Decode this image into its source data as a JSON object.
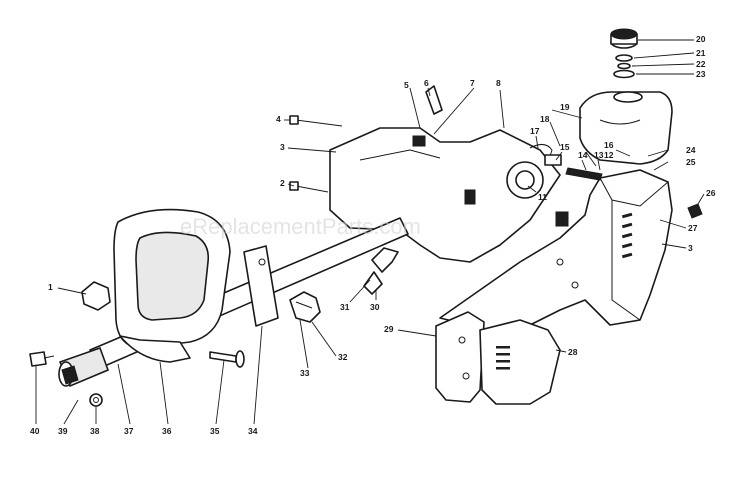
{
  "watermark": "eReplacementParts.com",
  "callouts": {
    "c1": "1",
    "c2": "2",
    "c3a": "3",
    "c3b": "3",
    "c4": "4",
    "c5": "5",
    "c6": "6",
    "c7": "7",
    "c8": "8",
    "c11": "11",
    "c12": "12",
    "c13": "13",
    "c14": "14",
    "c15": "15",
    "c16": "16",
    "c17": "17",
    "c18": "18",
    "c19": "19",
    "c20": "20",
    "c21": "21",
    "c22": "22",
    "c23": "23",
    "c24": "24",
    "c25": "25",
    "c26": "26",
    "c27": "27",
    "c28": "28",
    "c29": "29",
    "c30": "30",
    "c31": "31",
    "c32": "32",
    "c33": "33",
    "c34": "34",
    "c35": "35",
    "c36": "36",
    "c37": "37",
    "c38": "38",
    "c39": "39",
    "c40": "40"
  }
}
